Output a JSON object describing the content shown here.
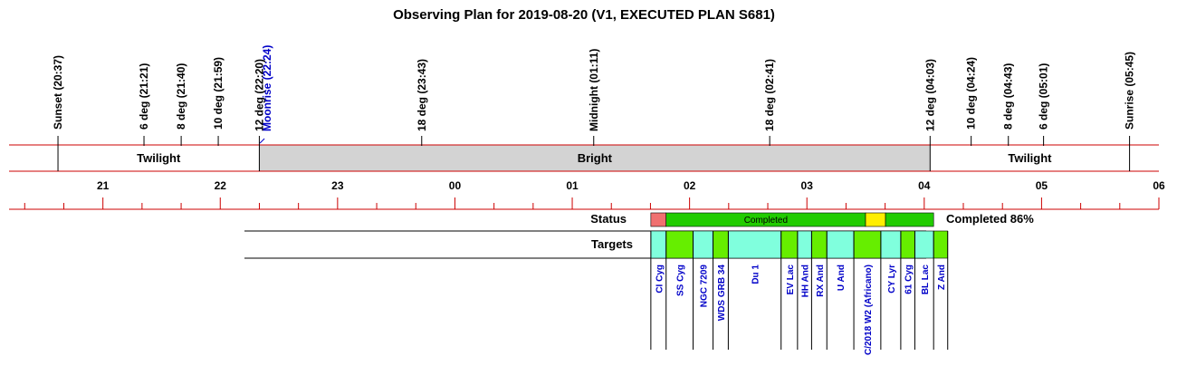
{
  "title": "Observing Plan for 2019-08-20 (V1, EXECUTED PLAN S681)",
  "colors": {
    "red_line": "#cc0000",
    "bright_fill": "#d3d3d3",
    "completed": "#22cc00",
    "failed": "#f07070",
    "partial": "#ffee00",
    "target_a": "#80ffdd",
    "target_b": "#66ee00",
    "target_text": "#0000c8"
  },
  "chart_data": {
    "type": "timeline",
    "x_range_hours": [
      20.2,
      30.0
    ],
    "events": [
      {
        "label": "Sunset (20:37)",
        "time": 20.617,
        "color": "#000000"
      },
      {
        "label": "6 deg (21:21)",
        "time": 21.35,
        "color": "#000000"
      },
      {
        "label": "8 deg (21:40)",
        "time": 21.667,
        "color": "#000000"
      },
      {
        "label": "10 deg (21:59)",
        "time": 21.983,
        "color": "#000000"
      },
      {
        "label": "12 deg (22:20)",
        "time": 22.333,
        "color": "#000000"
      },
      {
        "label": "Moonrise (22:24)",
        "time": 22.4,
        "color": "#0000c8"
      },
      {
        "label": "18 deg (23:43)",
        "time": 23.717,
        "color": "#000000"
      },
      {
        "label": "Midnight (01:11)",
        "time": 25.183,
        "color": "#000000"
      },
      {
        "label": "18 deg (02:41)",
        "time": 26.683,
        "color": "#000000"
      },
      {
        "label": "12 deg (04:03)",
        "time": 28.05,
        "color": "#000000"
      },
      {
        "label": "10 deg (04:24)",
        "time": 28.4,
        "color": "#000000"
      },
      {
        "label": "8 deg (04:43)",
        "time": 28.717,
        "color": "#000000"
      },
      {
        "label": "6 deg (05:01)",
        "time": 29.017,
        "color": "#000000"
      },
      {
        "label": "Sunrise (05:45)",
        "time": 29.75,
        "color": "#000000"
      }
    ],
    "bands": [
      {
        "label": "Twilight",
        "start": 20.617,
        "end": 22.333,
        "fill": "#ffffff"
      },
      {
        "label": "Bright",
        "start": 22.333,
        "end": 28.05,
        "fill": "#d3d3d3"
      },
      {
        "label": "Twilight",
        "start": 28.05,
        "end": 29.75,
        "fill": "#ffffff"
      }
    ],
    "hour_labels": [
      {
        "label": "21",
        "time": 21
      },
      {
        "label": "22",
        "time": 22
      },
      {
        "label": "23",
        "time": 23
      },
      {
        "label": "00",
        "time": 24
      },
      {
        "label": "01",
        "time": 25
      },
      {
        "label": "02",
        "time": 26
      },
      {
        "label": "03",
        "time": 27
      },
      {
        "label": "04",
        "time": 28
      },
      {
        "label": "05",
        "time": 29
      },
      {
        "label": "06",
        "time": 30
      }
    ],
    "status_label": "Status",
    "status_segments": [
      {
        "start": 25.67,
        "end": 25.8,
        "state": "failed",
        "label": ""
      },
      {
        "start": 25.8,
        "end": 27.5,
        "state": "completed",
        "label": "Completed"
      },
      {
        "start": 27.5,
        "end": 27.67,
        "state": "partial",
        "label": ""
      },
      {
        "start": 27.67,
        "end": 28.08,
        "state": "completed",
        "label": ""
      }
    ],
    "completion_text": "Completed 86%",
    "targets_label": "Targets",
    "targets": [
      {
        "name": "CI Cyg",
        "start": 25.67,
        "end": 25.8,
        "color": "target_a"
      },
      {
        "name": "SS Cyg",
        "start": 25.8,
        "end": 26.03,
        "color": "target_b"
      },
      {
        "name": "NGC 7209",
        "start": 26.03,
        "end": 26.2,
        "color": "target_a"
      },
      {
        "name": "WDS GRB 34",
        "start": 26.2,
        "end": 26.33,
        "color": "target_b"
      },
      {
        "name": "Du 1",
        "start": 26.33,
        "end": 26.78,
        "color": "target_a"
      },
      {
        "name": "EV Lac",
        "start": 26.78,
        "end": 26.92,
        "color": "target_b"
      },
      {
        "name": "HH And",
        "start": 26.92,
        "end": 27.04,
        "color": "target_a"
      },
      {
        "name": "RX And",
        "start": 27.04,
        "end": 27.17,
        "color": "target_b"
      },
      {
        "name": "U And",
        "start": 27.17,
        "end": 27.4,
        "color": "target_a"
      },
      {
        "name": "C/2018 W2 (Africano)",
        "start": 27.4,
        "end": 27.63,
        "color": "target_b"
      },
      {
        "name": "CY Lyr",
        "start": 27.63,
        "end": 27.8,
        "color": "target_a"
      },
      {
        "name": "61 Cyg",
        "start": 27.8,
        "end": 27.92,
        "color": "target_b"
      },
      {
        "name": "BL Lac",
        "start": 27.92,
        "end": 28.08,
        "color": "target_a"
      },
      {
        "name": "Z And",
        "start": 28.08,
        "end": 28.2,
        "color": "target_b"
      }
    ]
  }
}
